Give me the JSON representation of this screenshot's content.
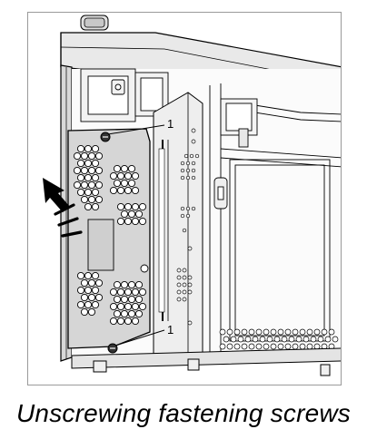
{
  "figure": {
    "caption": "Unscrewing fastening screws",
    "callouts": [
      "1",
      "1"
    ]
  }
}
